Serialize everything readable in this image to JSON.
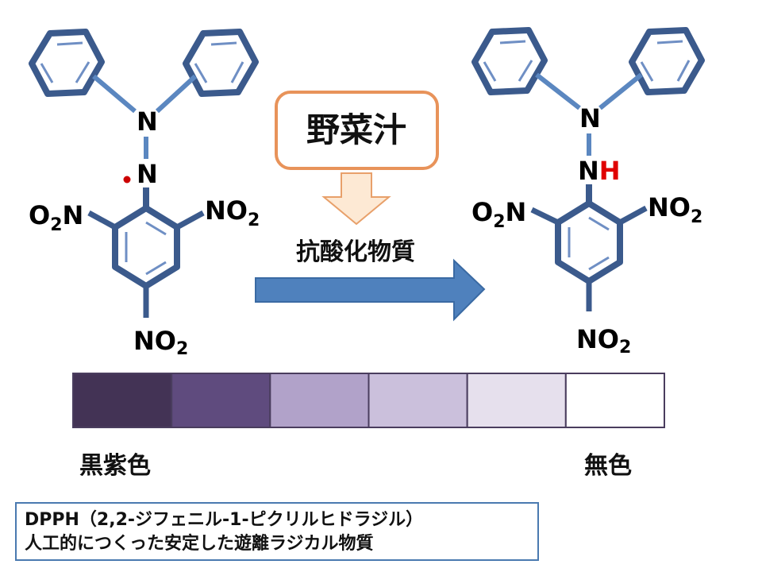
{
  "reagent_box": {
    "label": "野菜汁",
    "border_color": "#e8935a"
  },
  "arrow_label": "抗酸化物質",
  "arrow_color": "#4f81bd",
  "left_molecule": {
    "amine_n": "N",
    "radical_n": "N",
    "radical_dot_color": "#cc0000",
    "o2n_group": {
      "prefix": "O",
      "sub": "2",
      "suffix": "N"
    },
    "no2_right": {
      "prefix": "NO",
      "sub": "2"
    },
    "no2_bottom": {
      "prefix": "NO",
      "sub": "2"
    }
  },
  "right_molecule": {
    "amine_n": "N",
    "nh_n": "N",
    "nh_h": "H",
    "h_color": "#e00000",
    "o2n_group": {
      "prefix": "O",
      "sub": "2",
      "suffix": "N"
    },
    "no2_right": {
      "prefix": "NO",
      "sub": "2"
    },
    "no2_bottom": {
      "prefix": "NO",
      "sub": "2"
    }
  },
  "color_scale": {
    "swatches": [
      "#433355",
      "#5f4b7e",
      "#b1a2c9",
      "#cbc0dc",
      "#e6e0ed",
      "#ffffff"
    ],
    "left_label": "黒紫色",
    "right_label": "無色"
  },
  "note": {
    "line1": "DPPH（2,2-ジフェニル-1-ピクリルヒドラジル）",
    "line2": "人工的につくった安定した遊離ラジカル物質"
  }
}
